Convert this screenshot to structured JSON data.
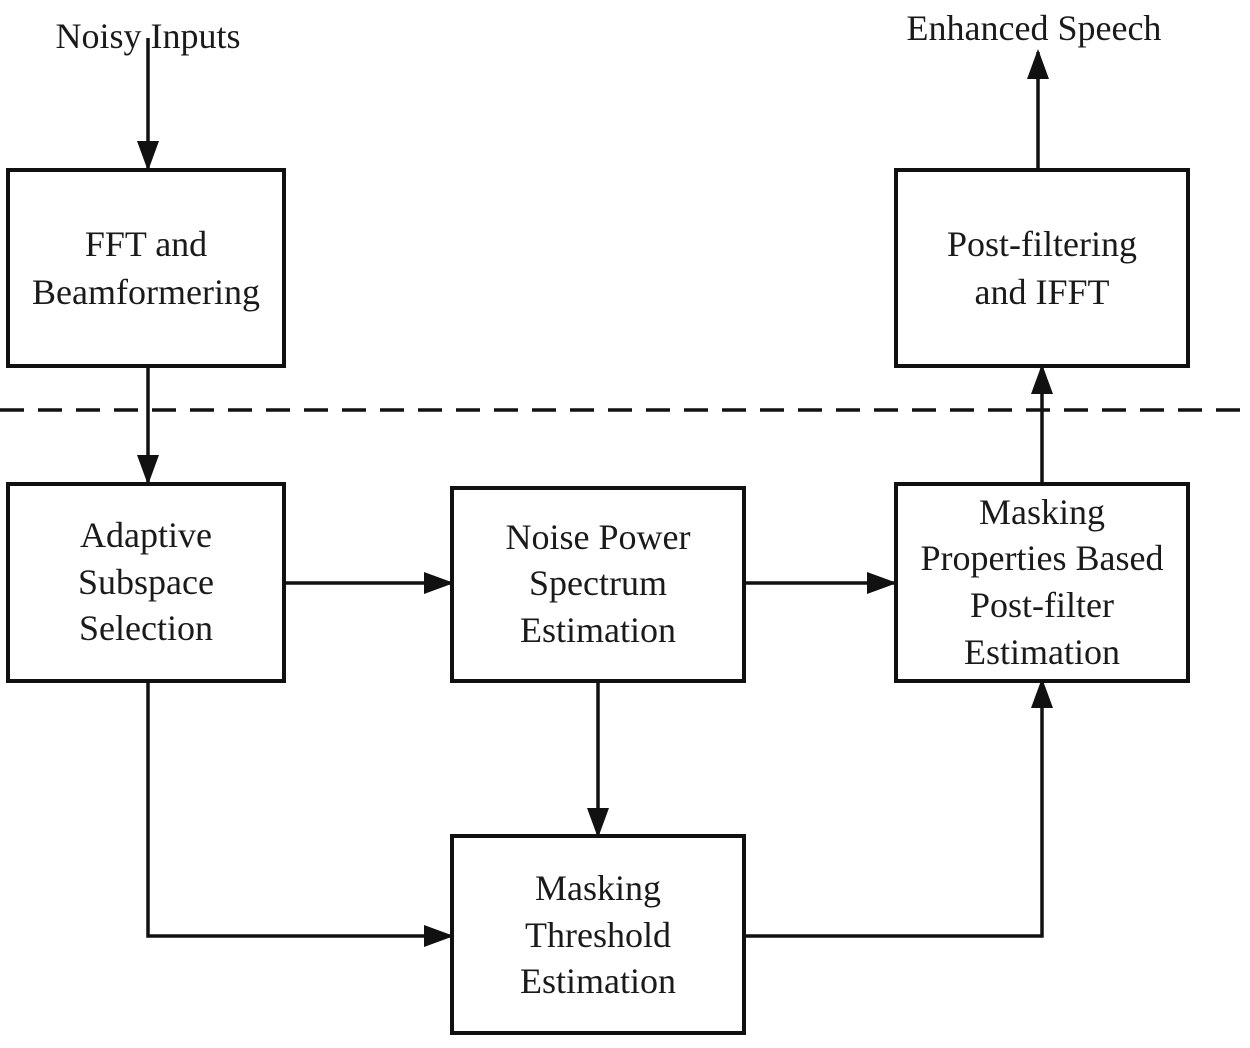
{
  "diagram": {
    "inputs": {
      "noisy_inputs": "Noisy Inputs",
      "enhanced_speech": "Enhanced Speech"
    },
    "nodes": {
      "fft": {
        "line1": "FFT and",
        "line2": "Beamformering"
      },
      "post_filtering": {
        "line1": "Post-filtering",
        "line2": "and IFFT"
      },
      "adaptive": {
        "line1": "Adaptive",
        "line2": "Subspace",
        "line3": "Selection"
      },
      "noise_power": {
        "line1": "Noise Power",
        "line2": "Spectrum",
        "line3": "Estimation"
      },
      "masking_props": {
        "line1": "Masking",
        "line2": "Properties Based",
        "line3": "Post-filter",
        "line4": "Estimation"
      },
      "masking_threshold": {
        "line1": "Masking",
        "line2": "Threshold",
        "line3": "Estimation"
      }
    },
    "edges": [
      {
        "from": "Noisy Inputs",
        "to": "FFT and Beamformering"
      },
      {
        "from": "FFT and Beamformering",
        "to": "Adaptive Subspace Selection"
      },
      {
        "from": "Adaptive Subspace Selection",
        "to": "Noise Power Spectrum Estimation"
      },
      {
        "from": "Noise Power Spectrum Estimation",
        "to": "Masking Properties Based Post-filter Estimation"
      },
      {
        "from": "Adaptive Subspace Selection",
        "to": "Masking Threshold Estimation"
      },
      {
        "from": "Noise Power Spectrum Estimation",
        "to": "Masking Threshold Estimation"
      },
      {
        "from": "Masking Threshold Estimation",
        "to": "Masking Properties Based Post-filter Estimation"
      },
      {
        "from": "Masking Properties Based Post-filter Estimation",
        "to": "Post-filtering and IFFT"
      },
      {
        "from": "Post-filtering and IFFT",
        "to": "Enhanced Speech"
      }
    ],
    "colors": {
      "line": "#111111",
      "background": "#ffffff"
    }
  }
}
